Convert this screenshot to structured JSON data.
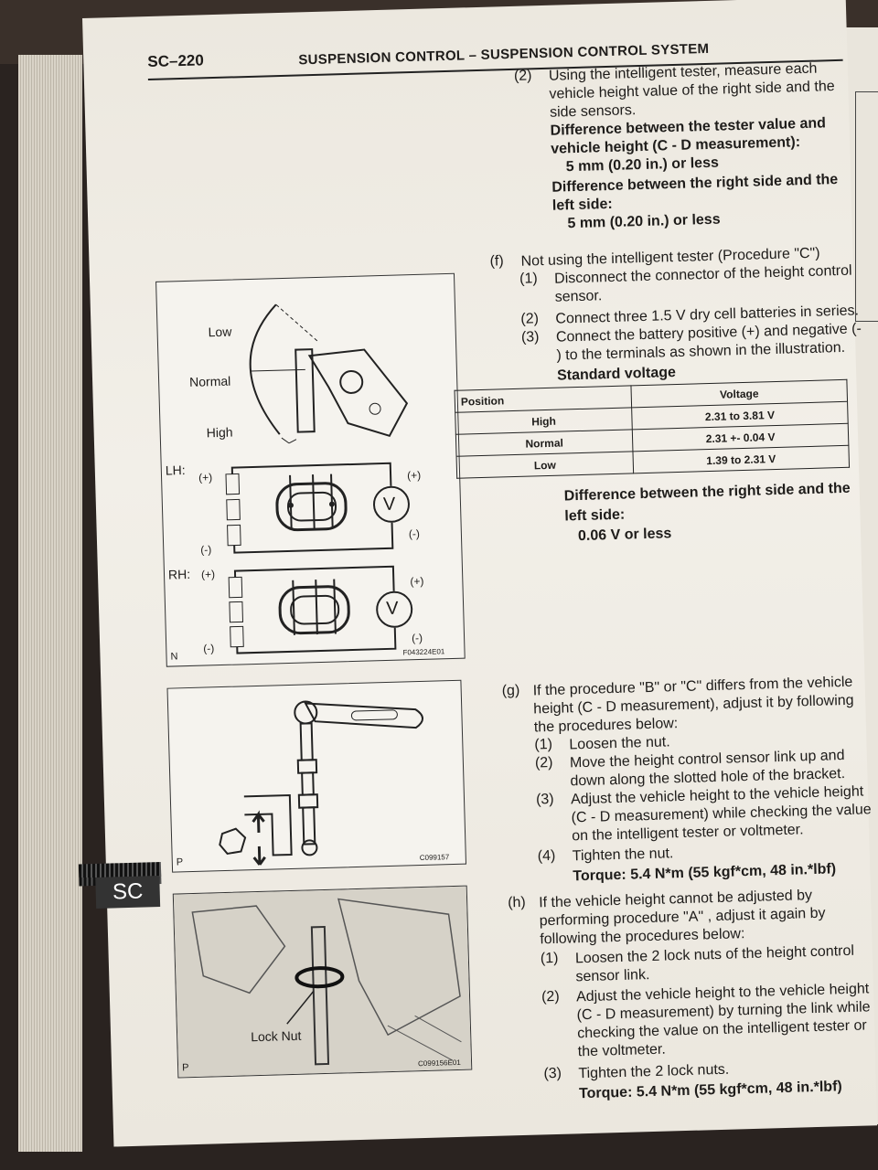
{
  "header": {
    "page_number": "SC–220",
    "title": "SUSPENSION CONTROL  –  SUSPENSION CONTROL SYSTEM"
  },
  "tab": {
    "label": "SC"
  },
  "fig1": {
    "labels": {
      "low": "Low",
      "normal": "Normal",
      "high": "High",
      "lh": "LH:",
      "rh": "RH:",
      "plus": "(+)",
      "minus": "(-)",
      "v": "V"
    },
    "corner": "N",
    "code": "F043224E01"
  },
  "fig2": {
    "corner": "P",
    "code": "C099157"
  },
  "fig3": {
    "lock_nut": "Lock Nut",
    "corner": "P",
    "code": "C099156E01"
  },
  "step_e2": {
    "num": "(2)",
    "lines": [
      "Using the intelligent tester, measure each",
      "vehicle height value of the right side and the",
      "side sensors."
    ],
    "spec1_title": [
      "Difference between the tester value and",
      "vehicle height (C - D measurement):"
    ],
    "spec1_value": "5 mm (0.20 in.) or less",
    "spec2_title": [
      "Difference between the right side and the",
      "left side:"
    ],
    "spec2_value": "5 mm (0.20 in.) or less"
  },
  "step_f": {
    "letter": "(f)",
    "title": "Not using the intelligent tester (Procedure \"C\")",
    "items": [
      {
        "num": "(1)",
        "lines": [
          "Disconnect the connector of the height control",
          "sensor."
        ]
      },
      {
        "num": "(2)",
        "lines": [
          "Connect three 1.5 V dry cell batteries in series."
        ]
      },
      {
        "num": "(3)",
        "lines": [
          "Connect the battery positive (+) and negative (-",
          ") to the terminals as shown in the illustration."
        ]
      }
    ],
    "std_label": "Standard voltage",
    "table": {
      "headers": [
        "Position",
        "Voltage"
      ],
      "rows": [
        {
          "position": "High",
          "voltage": "2.31 to 3.81 V"
        },
        {
          "position": "Normal",
          "voltage": "2.31 +- 0.04 V"
        },
        {
          "position": "Low",
          "voltage": "1.39 to 2.31 V"
        }
      ]
    },
    "diff_title": [
      "Difference between the right side and the",
      "left side:"
    ],
    "diff_value": "0.06 V or less"
  },
  "step_g": {
    "letter": "(g)",
    "lines": [
      "If the procedure \"B\" or \"C\" differs from the vehicle",
      "height (C - D measurement), adjust it by following",
      "the procedures below:"
    ],
    "items": [
      {
        "num": "(1)",
        "lines": [
          "Loosen the nut."
        ]
      },
      {
        "num": "(2)",
        "lines": [
          "Move the height control sensor link up and",
          "down along the slotted hole of the bracket."
        ]
      },
      {
        "num": "(3)",
        "lines": [
          "Adjust the vehicle height to the vehicle height",
          "(C - D measurement) while checking the value",
          "on the intelligent tester or voltmeter."
        ]
      },
      {
        "num": "(4)",
        "lines": [
          "Tighten the nut."
        ]
      }
    ],
    "torque": "Torque: 5.4 N*m (55 kgf*cm, 48 in.*lbf)"
  },
  "step_h": {
    "letter": "(h)",
    "lines": [
      "If the vehicle height cannot be adjusted by",
      "performing procedure \"A\" , adjust it again by",
      "following the procedures below:"
    ],
    "items": [
      {
        "num": "(1)",
        "lines": [
          "Loosen the 2 lock nuts of the height control",
          "sensor link."
        ]
      },
      {
        "num": "(2)",
        "lines": [
          "Adjust the vehicle height to the vehicle height",
          "(C - D measurement) by turning the link while",
          "checking the value on the intelligent tester or",
          "the voltmeter."
        ]
      },
      {
        "num": "(3)",
        "lines": [
          "Tighten the 2 lock nuts."
        ]
      }
    ],
    "torque": "Torque: 5.4 N*m (55 kgf*cm, 48 in.*lbf)"
  }
}
